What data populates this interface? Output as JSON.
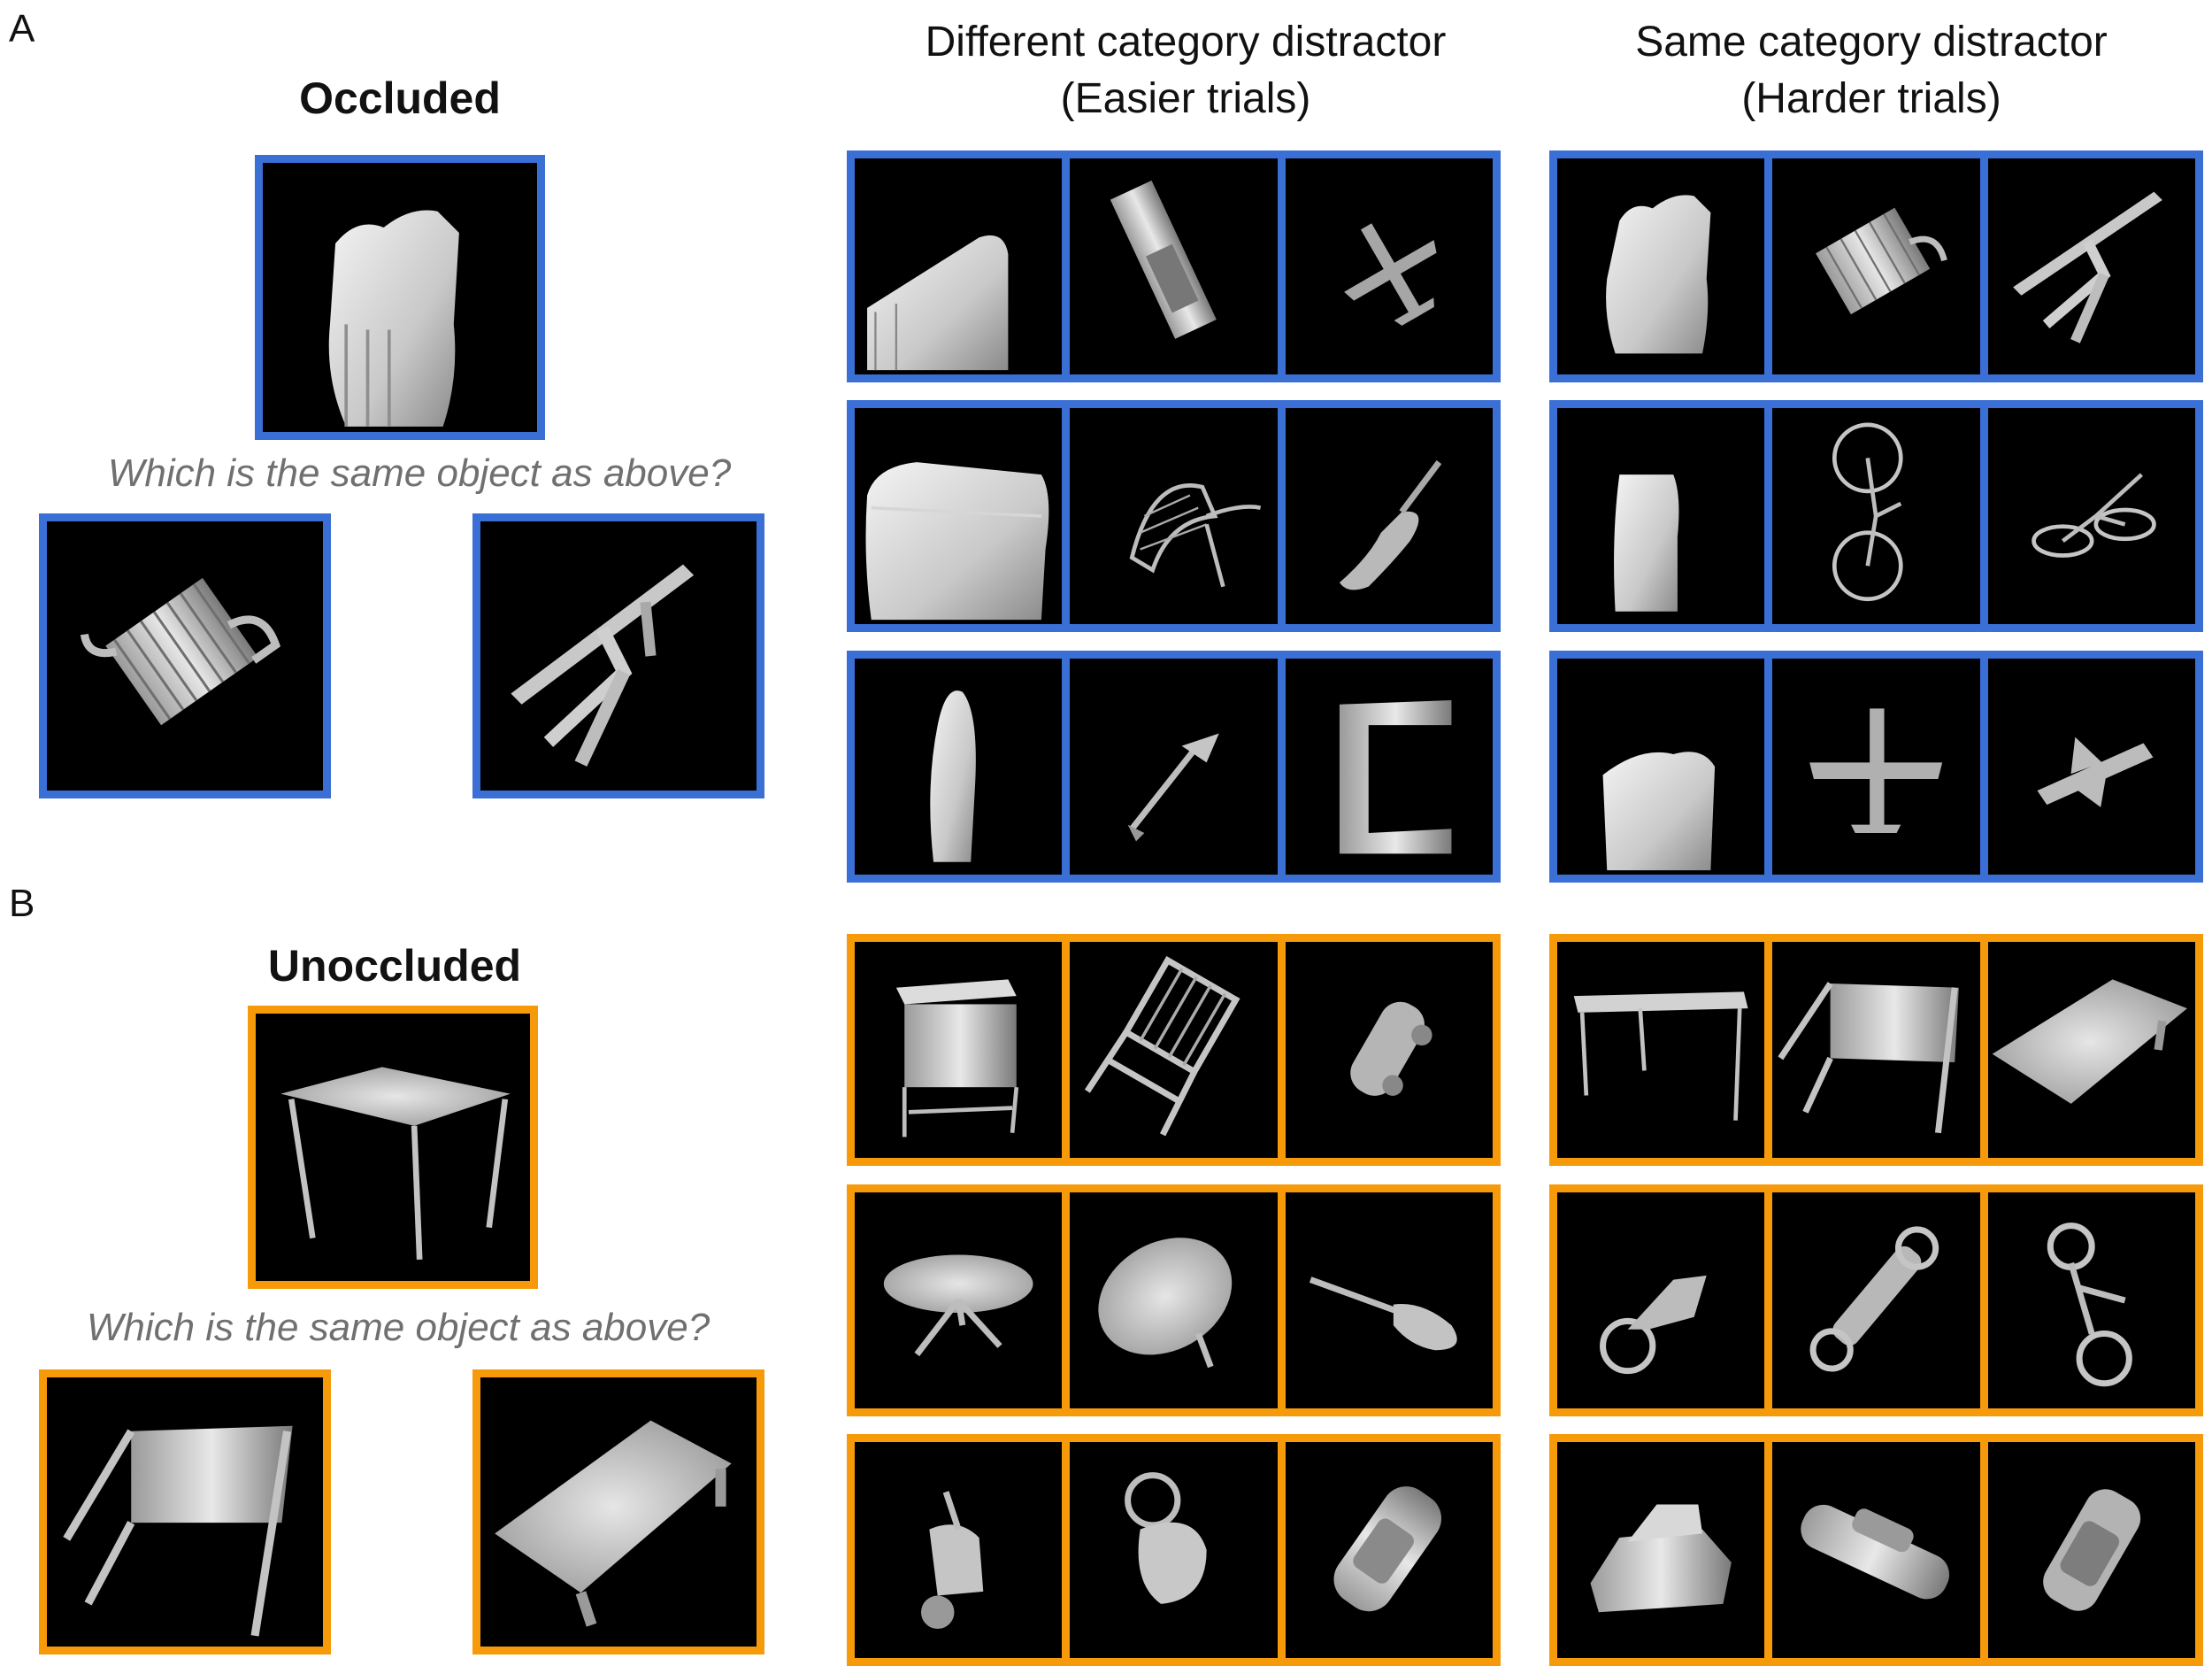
{
  "panels": {
    "a": {
      "letter": "A",
      "condition_title": "Occluded",
      "question": "Which is the same object as above?",
      "frame_color": "#3a6fd6"
    },
    "b": {
      "letter": "B",
      "condition_title": "Unoccluded",
      "question": "Which is the same object as above?",
      "frame_color": "#f79a0a"
    }
  },
  "columns": {
    "different": {
      "line1": "Different category distractor",
      "line2": "(Easier trials)"
    },
    "same": {
      "line1": "Same category distractor",
      "line2": "(Harder trials)"
    }
  }
}
